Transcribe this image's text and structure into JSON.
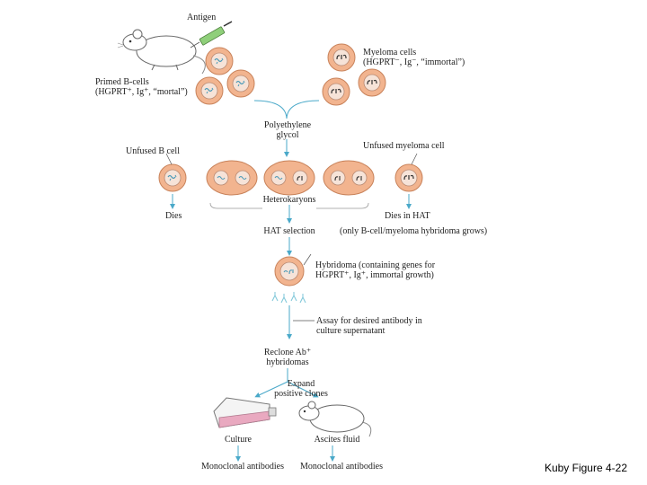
{
  "labels": {
    "antigen": "Antigen",
    "primed_b_cells_1": "Primed B-cells",
    "primed_b_cells_2": "(HGPRT⁺, Ig⁺, “mortal”)",
    "myeloma_cells_1": "Myeloma cells",
    "myeloma_cells_2": "(HGPRT⁻, Ig⁻, “immortal”)",
    "peg_1": "Polyethylene",
    "peg_2": "glycol",
    "unfused_b_cell": "Unfused B cell",
    "unfused_myeloma": "Unfused myeloma cell",
    "heterokaryons": "Heterokaryons",
    "dies": "Dies",
    "dies_in_hat": "Dies in HAT",
    "hat_selection": "HAT selection",
    "only_hybridoma": "(only B-cell/myeloma hybridoma grows)",
    "hybridoma_1": "Hybridoma (containing genes for",
    "hybridoma_2": "HGPRT⁺, Ig⁺, immortal growth)",
    "assay_1": "Assay for desired antibody in",
    "assay_2": "culture supernatant",
    "reclone_1": "Reclone Ab⁺",
    "reclone_2": "hybridomas",
    "expand_1": "Expand",
    "expand_2": "positive clones",
    "culture": "Culture",
    "ascites": "Ascites fluid",
    "mono_1": "Monoclonal antibodies",
    "mono_2": "Monoclonal antibodies"
  },
  "caption": "Kuby Figure 4-22",
  "colors": {
    "cell_outer": "#f2b48f",
    "cell_stroke": "#c8825a",
    "nucleus": "#f6e3d8",
    "nucleus_stroke": "#b98a73",
    "b_chromatin": "#4a9ab8",
    "myeloma_chromatin": "#333333",
    "arrow": "#4aa9c9",
    "flask_pink": "#e9a9c0"
  },
  "icons": [
    "mouse-icon",
    "syringe-icon",
    "culture-flask-icon",
    "antibody-icon"
  ]
}
